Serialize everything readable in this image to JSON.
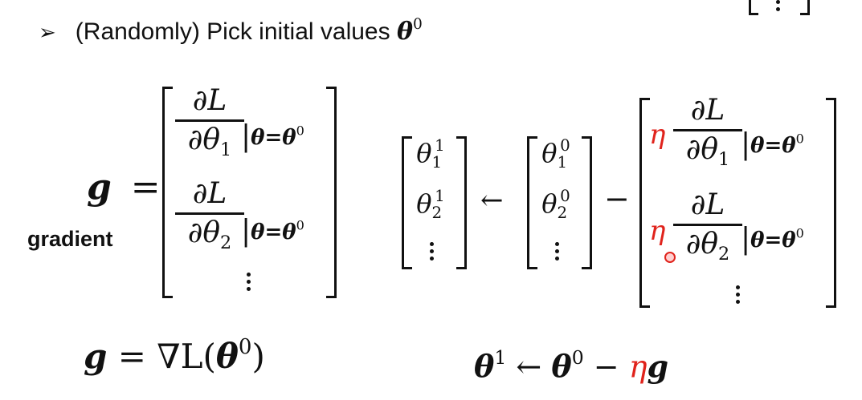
{
  "header": {
    "bullet": "➢",
    "text": "(Randomly) Pick initial values ",
    "theta": "θ",
    "theta_sup": "0",
    "corner_dots": "⋮"
  },
  "gradient_vector": {
    "g": "g",
    "equals": "=",
    "label": "gradient",
    "row1": {
      "num": "∂L",
      "den": "∂θ",
      "den_sub": "1",
      "eval": "θ=θ",
      "eval_sup": "0"
    },
    "row2": {
      "num": "∂L",
      "den": "∂θ",
      "den_sub": "2",
      "eval": "θ=θ",
      "eval_sup": "0"
    }
  },
  "update_rule": {
    "left": [
      "θ",
      "θ"
    ],
    "left_sub": [
      "1",
      "2"
    ],
    "left_sup": [
      "1",
      "1"
    ],
    "arrow": "←",
    "mid": [
      "θ",
      "θ"
    ],
    "mid_sub": [
      "1",
      "2"
    ],
    "mid_sup": [
      "0",
      "0"
    ],
    "minus": "−",
    "eta": "η",
    "row1": {
      "num": "∂L",
      "den": "∂θ",
      "den_sub": "1",
      "eval": "θ=θ",
      "eval_sup": "0"
    },
    "row2": {
      "num": "∂L",
      "den": "∂θ",
      "den_sub": "2",
      "eval": "θ=θ",
      "eval_sup": "0"
    }
  },
  "bottom_left": {
    "g": "g",
    "eq": " = ∇L(",
    "theta": "θ",
    "sup": "0",
    "close": ")"
  },
  "bottom_right": {
    "theta1": "θ",
    "sup1": "1",
    "arrow": " ← ",
    "theta0": "θ",
    "sup0": "0",
    "minus": " − ",
    "eta": "η",
    "g": "g"
  },
  "colors": {
    "accent": "#e0231c",
    "text": "#111111"
  }
}
